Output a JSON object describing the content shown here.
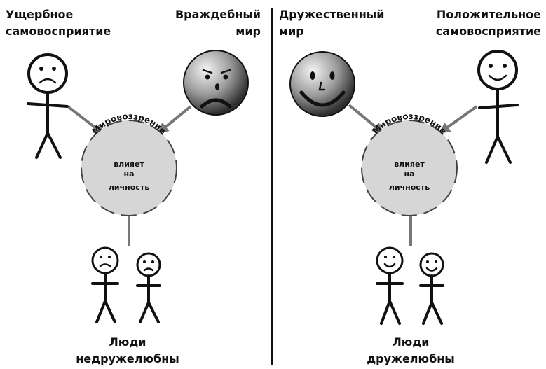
{
  "left_panel": {
    "top_left_label_1": "Ущербное",
    "top_left_label_2": "самовосприятие",
    "top_right_label_1": "Враждебный",
    "top_right_label_2": "мир",
    "circle_curved_text": "Мировоззрение",
    "circle_line_1": "влияет",
    "circle_line_2": "на",
    "circle_line_3": "личность",
    "bottom_label_1": "Люди",
    "bottom_label_2": "недружелюбны"
  },
  "right_panel": {
    "top_left_label_1": "Дружественный",
    "top_left_label_2": "мир",
    "top_right_label_1": "Положительное",
    "top_right_label_2": "самовосприятие",
    "circle_curved_text": "Мировоззрение",
    "circle_line_1": "влияет",
    "circle_line_2": "на",
    "circle_line_3": "личность",
    "bottom_label_1": "Люди",
    "bottom_label_2": "дружелюбны"
  },
  "colors": {
    "circle_fill": "#d6d6d6",
    "arrow": "#777777",
    "divider": "#111111"
  }
}
